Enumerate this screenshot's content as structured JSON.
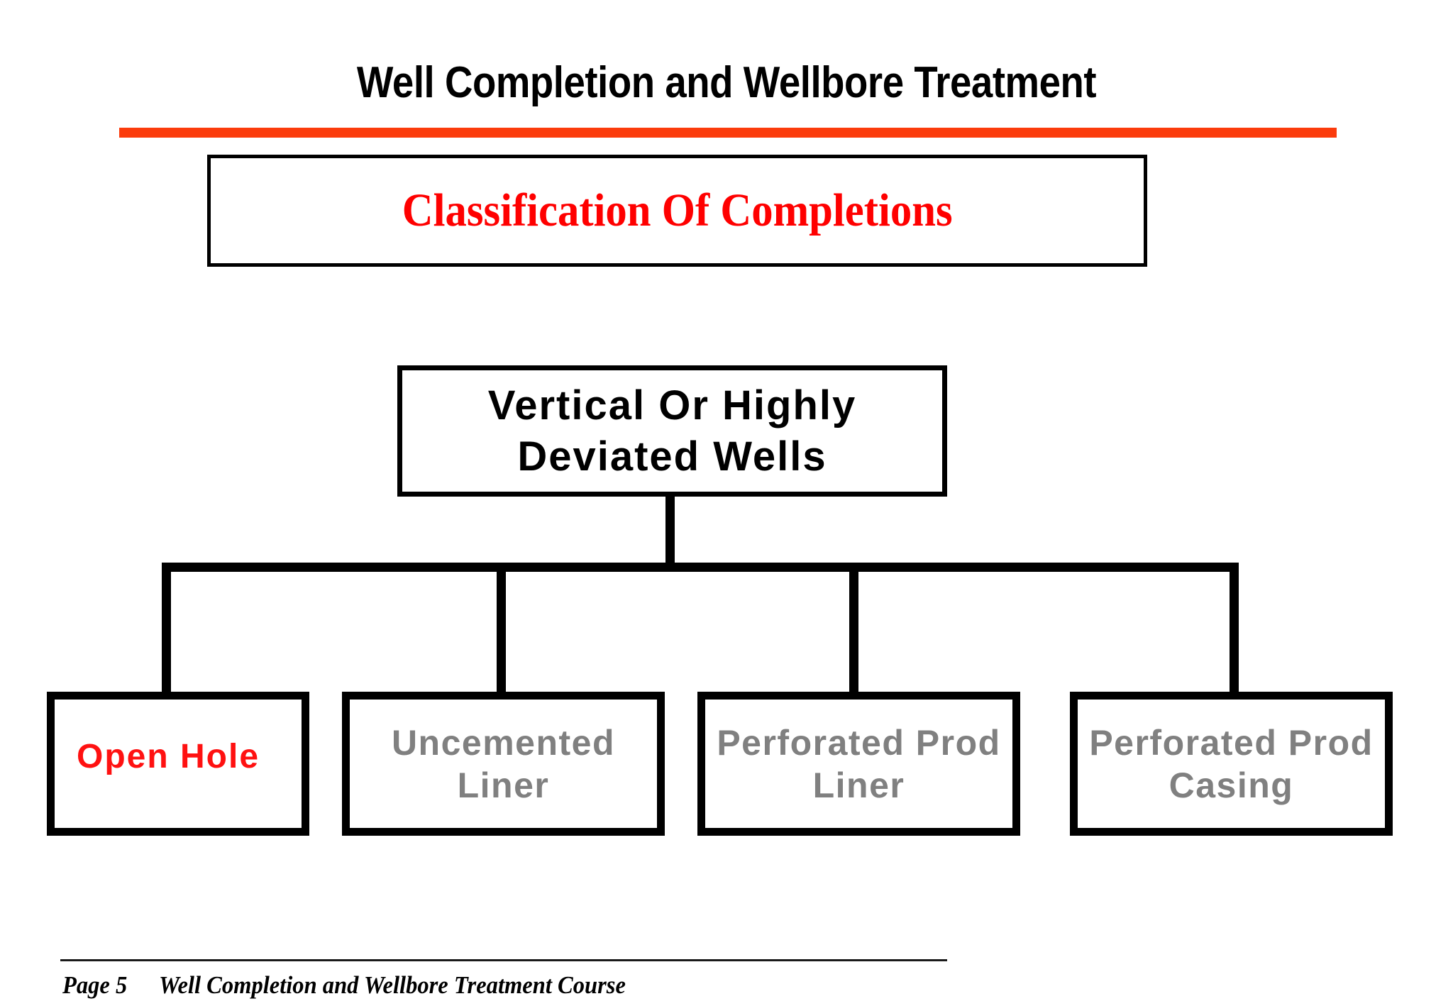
{
  "slide": {
    "title": "Well Completion and Wellbore Treatment",
    "accent_color": "#fb3b0c",
    "background": "#ffffff"
  },
  "header_box": {
    "label": "Classification Of Completions",
    "text_color": "#ff0000",
    "border_color": "#000000"
  },
  "diagram": {
    "type": "tree",
    "root": {
      "line1": "Vertical Or Highly",
      "line2": "Deviated Wells",
      "text_color": "#000000"
    },
    "children": [
      {
        "line1": "Open Hole",
        "line2": "",
        "text_color": "#ff1111",
        "state": "highlighted"
      },
      {
        "line1": "Uncemented",
        "line2": "Liner",
        "text_color": "#808080",
        "state": "dimmed"
      },
      {
        "line1": "Perforated Prod",
        "line2": "Liner",
        "text_color": "#808080",
        "state": "dimmed"
      },
      {
        "line1": "Perforated Prod",
        "line2": "Casing",
        "text_color": "#808080",
        "state": "dimmed"
      }
    ]
  },
  "footer": {
    "page": "Page 5",
    "course": "Well Completion and Wellbore Treatment Course"
  }
}
